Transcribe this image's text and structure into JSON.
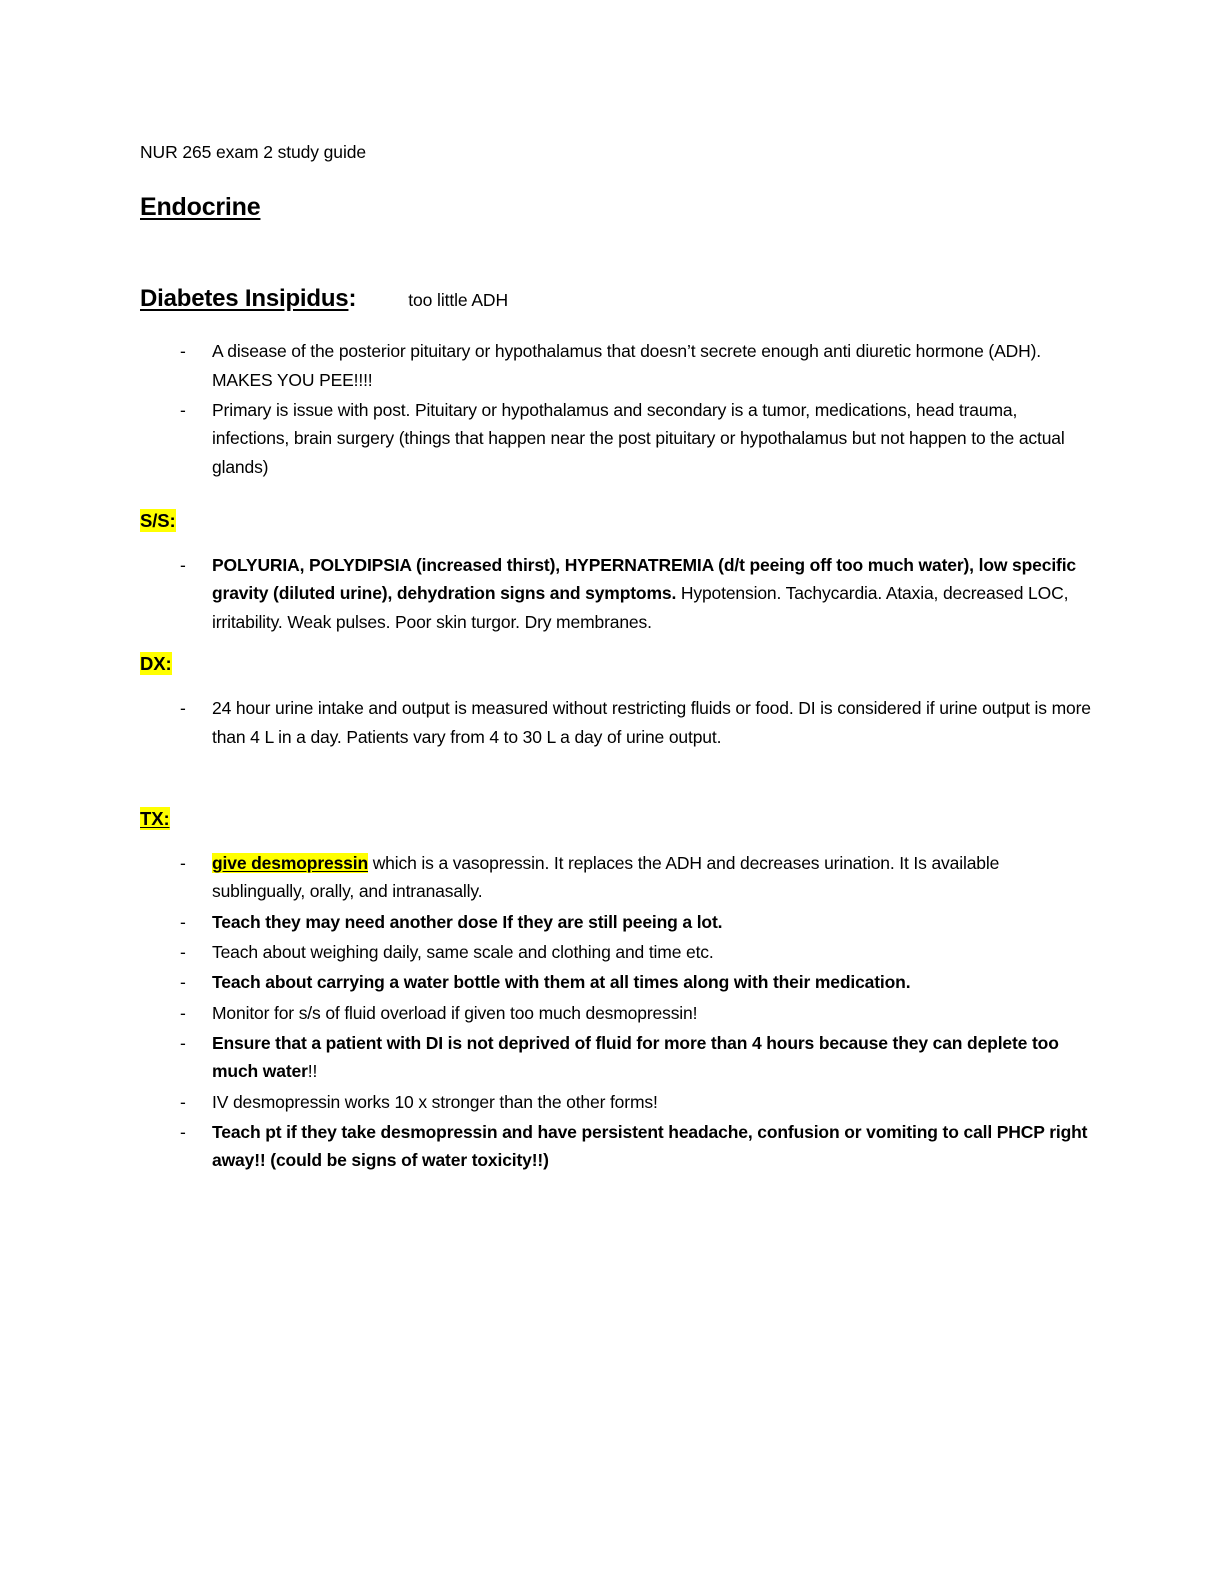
{
  "document": {
    "header_line": "NUR 265 exam 2 study guide",
    "title": "Endocrine",
    "condition": {
      "name": "Diabetes Insipidus",
      "colon": ":",
      "note": "too little ADH"
    },
    "intro_bullets": [
      "A disease of the posterior pituitary or hypothalamus that doesn’t secrete enough anti diuretic hormone (ADH). MAKES YOU PEE!!!!",
      "Primary is issue with post. Pituitary or hypothalamus and secondary is a tumor, medications, head trauma, infections, brain surgery (things that happen near the post pituitary or hypothalamus but not happen to the actual glands)"
    ],
    "sections": [
      {
        "label": "S/S:",
        "highlight": true,
        "underline": false,
        "bullets": [
          {
            "bold_part": "POLYURIA, POLYDIPSIA (increased thirst), HYPERNATREMIA (d/t peeing off too much water), low specific gravity (diluted urine), dehydration signs and symptoms.",
            "regular_part": " Hypotension. Tachycardia. Ataxia, decreased LOC, irritability. Weak pulses. Poor skin turgor. Dry membranes."
          }
        ]
      },
      {
        "label": "DX:",
        "highlight": true,
        "underline": false,
        "bullets": [
          {
            "bold_part": "",
            "regular_part": "24 hour urine intake and output is measured without restricting fluids or food. DI is considered if urine output is more than 4 L in a day. Patients vary from 4 to 30 L a day of urine output."
          }
        ]
      },
      {
        "label": "TX:",
        "highlight": true,
        "underline": true,
        "bullets": [
          {
            "highlighted_lead": " give desmopressin",
            "regular_part": " which is a vasopressin. It replaces the ADH and decreases urination. It Is available sublingually, orally, and intranasally."
          },
          {
            "bold_part": "Teach they may need another dose If they are still peeing a lot.",
            "regular_part": ""
          },
          {
            "bold_part": "",
            "regular_part": "Teach about weighing daily, same scale and clothing and time etc."
          },
          {
            "bold_part": "Teach about carrying a water bottle with them at all times along with their medication.",
            "regular_part": ""
          },
          {
            "bold_part": "",
            "regular_part": "Monitor for s/s of fluid overload if given too much desmopressin!"
          },
          {
            "bold_part": "Ensure that a patient with DI is not deprived of fluid for more than 4 hours because they can deplete too much water",
            "regular_part": "!!"
          },
          {
            "bold_part": "",
            "regular_part": "IV desmopressin works 10 x stronger than the other forms!"
          },
          {
            "bold_part": "Teach pt if they take desmopressin and have persistent headache, confusion or vomiting to call PHCP right away!! (could be signs of water toxicity!!)",
            "regular_part": ""
          }
        ]
      }
    ],
    "bullet_marker": "-"
  },
  "colors": {
    "highlight": "#FFFF00",
    "text": "#000000",
    "page_background": "#FFFFFF"
  }
}
